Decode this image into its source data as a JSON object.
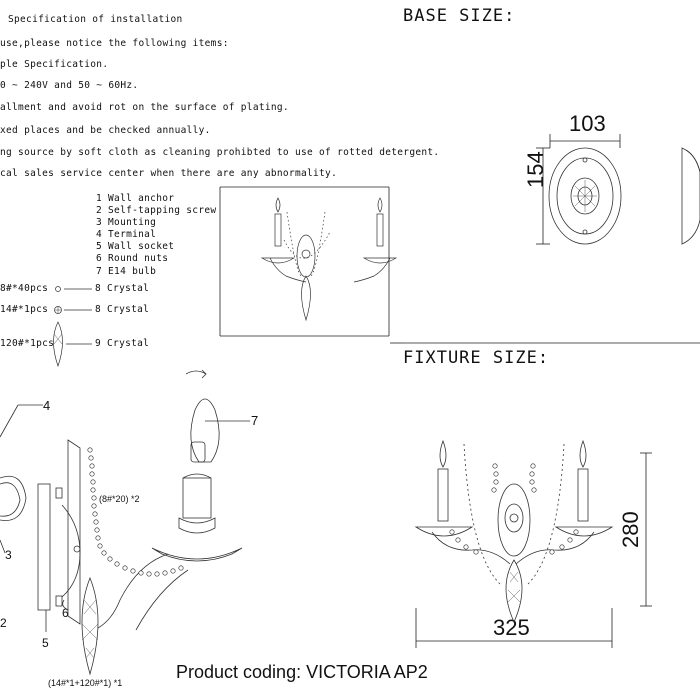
{
  "spec": {
    "title": "Specification of installation",
    "lines": [
      "use,please notice the following items:",
      "ple Specification.",
      "0 ~ 240V and 50 ~ 60Hz.",
      "allment and avoid rot on the surface of plating.",
      "xed places and be checked annually.",
      "ng source by soft cloth as cleaning prohibted to use of rotted detergent.",
      "cal sales service center when there are any abnormality."
    ]
  },
  "parts": [
    "1 Wall anchor",
    "2 Self-tapping screw",
    "3 Mounting",
    "4 Terminal",
    "5 Wall socket",
    "6 Round nuts",
    "7 E14 bulb"
  ],
  "crystals": [
    {
      "spec": "8#*40pcs",
      "label": "8 Crystal"
    },
    {
      "spec": "14#*1pcs",
      "label": "8 Crystal"
    },
    {
      "spec": "120#*1pcs",
      "label": "9 Crystal"
    }
  ],
  "base_size": {
    "heading": "BASE SIZE:",
    "width": "103",
    "height": "154"
  },
  "fixture_size": {
    "heading": "FIXTURE SIZE:",
    "width": "325",
    "height": "280"
  },
  "exploded": {
    "label_4": "4",
    "label_7": "7",
    "label_3": "3",
    "label_2": "2",
    "label_5": "5",
    "label_6": "6",
    "chain_note": "(8#*20) *2",
    "drop_note": "(14#*1+120#*1) *1"
  },
  "product_coding": "Product coding: VICTORIA AP2"
}
